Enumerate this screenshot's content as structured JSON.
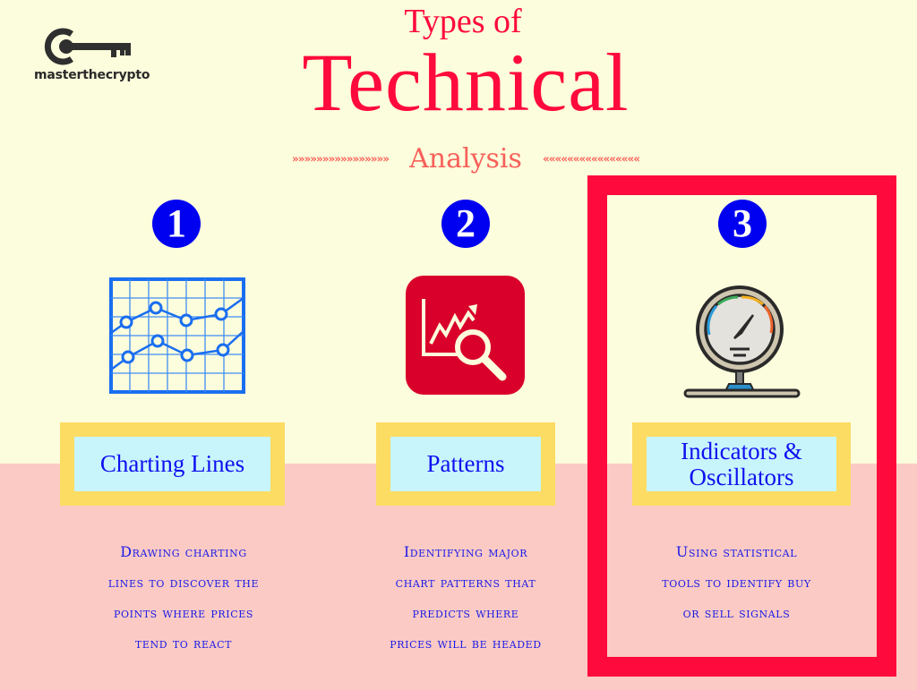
{
  "brand": {
    "logo_text": "masterthecrypto",
    "logo_icon": "key-icon"
  },
  "header": {
    "title_small": "Types of",
    "title_big": "Technical",
    "subtitle": "Analysis",
    "chevrons_left": "»»»»»»»»»»»»»»»»",
    "chevrons_right": "««««««««««««««««"
  },
  "colors": {
    "title": "#ff0a3c",
    "subtitle": "#f8605a",
    "number_circle": "#0000f0",
    "label_border": "#fddc63",
    "label_fill": "#c8f5fc",
    "label_text": "#1010f0",
    "highlight_frame": "#ff0a3c",
    "bg_top": "#fcfddc",
    "bg_bottom": "#fbcac4"
  },
  "items": [
    {
      "number": "1",
      "icon": "line-chart-grid-icon",
      "label": "Charting Lines",
      "description_lines": [
        "Drawing charting",
        "lines to discover the",
        "points where prices",
        "tend to react"
      ]
    },
    {
      "number": "2",
      "icon": "chart-magnifier-icon",
      "label": "Patterns",
      "description_lines": [
        "Identifying major",
        "chart patterns that",
        "predicts where",
        "prices will be headed"
      ]
    },
    {
      "number": "3",
      "icon": "gauge-icon",
      "label_lines": [
        "Indicators &",
        "Oscillators"
      ],
      "description_lines": [
        "Using statistical",
        "tools to identify buy",
        "or sell signals"
      ],
      "highlighted": true
    }
  ]
}
